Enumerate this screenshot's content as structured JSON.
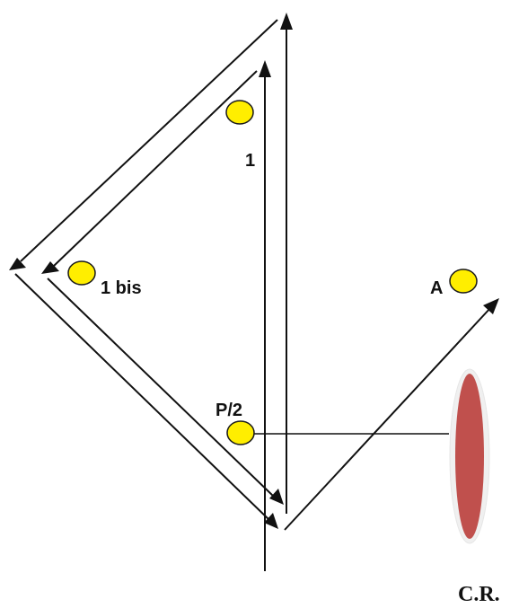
{
  "labels": {
    "point_1": "1",
    "point_1bis": "1 bis",
    "point_A": "A",
    "point_P2": "P/2"
  },
  "credit": "C.R.",
  "colors": {
    "point_fill": "#ffee00",
    "lens_outer": "#f2f2f2",
    "lens_inner": "#c0504d",
    "line": "#111111"
  }
}
